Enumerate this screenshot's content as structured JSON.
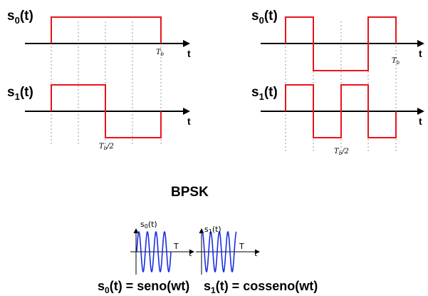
{
  "panels": {
    "top_left": {
      "label_base": "s",
      "label_sub": "0",
      "label_tail": "(t)",
      "axis_label": "t",
      "tb_base": "T",
      "tb_sub": "b",
      "tb_tail": ""
    },
    "bottom_left": {
      "label_base": "s",
      "label_sub": "1",
      "label_tail": "(t)",
      "axis_label": "t",
      "tb_base": "T",
      "tb_sub": "b",
      "tb_tail": "/2"
    },
    "top_right": {
      "label_base": "s",
      "label_sub": "0",
      "label_tail": "(t)",
      "axis_label": "t",
      "tb_base": "T",
      "tb_sub": "b",
      "tb_tail": ""
    },
    "bottom_right": {
      "label_base": "s",
      "label_sub": "1",
      "label_tail": "(t)",
      "axis_label": "t",
      "tb_base": "T",
      "tb_sub": "b",
      "tb_tail": "/2"
    }
  },
  "heading": "BPSK",
  "mini_plots": {
    "left": {
      "label_base": "s",
      "label_sub": "0",
      "label_tail": "(t)",
      "t_upper": "T",
      "t_lower": "t"
    },
    "right": {
      "label_base": "s",
      "label_sub": "1",
      "label_tail": "(t)",
      "t_upper": "T",
      "t_lower": "t"
    }
  },
  "formulas": {
    "left": {
      "base": "s",
      "sub": "0",
      "tail": "(t) = seno(wt)"
    },
    "right": {
      "base": "s",
      "sub": "1",
      "tail": "(t) = cosseno(wt)"
    }
  },
  "colors": {
    "signal": "#e8141c",
    "wave": "#1a2ee0",
    "grid": "#9a9a9a"
  }
}
